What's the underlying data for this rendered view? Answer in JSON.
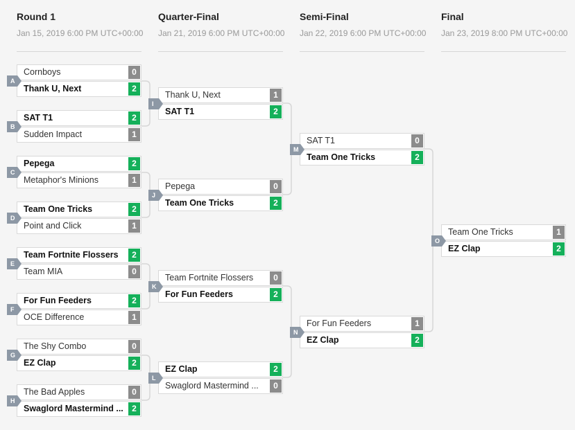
{
  "rounds": [
    {
      "name": "Round 1",
      "date": "Jan 15, 2019 6:00 PM UTC+00:00"
    },
    {
      "name": "Quarter-Final",
      "date": "Jan 21, 2019 6:00 PM UTC+00:00"
    },
    {
      "name": "Semi-Final",
      "date": "Jan 22, 2019 6:00 PM UTC+00:00"
    },
    {
      "name": "Final",
      "date": "Jan 23, 2019 8:00 PM UTC+00:00"
    }
  ],
  "matches": {
    "A": {
      "label": "A",
      "top": {
        "name": "Cornboys",
        "score": "0"
      },
      "bottom": {
        "name": "Thank U, Next",
        "score": "2"
      }
    },
    "B": {
      "label": "B",
      "top": {
        "name": "SAT T1",
        "score": "2"
      },
      "bottom": {
        "name": "Sudden Impact",
        "score": "1"
      }
    },
    "C": {
      "label": "C",
      "top": {
        "name": "Pepega",
        "score": "2"
      },
      "bottom": {
        "name": "Metaphor's Minions",
        "score": "1"
      }
    },
    "D": {
      "label": "D",
      "top": {
        "name": "Team One Tricks",
        "score": "2"
      },
      "bottom": {
        "name": "Point and Click",
        "score": "1"
      }
    },
    "E": {
      "label": "E",
      "top": {
        "name": "Team Fortnite Flossers",
        "score": "2"
      },
      "bottom": {
        "name": "Team MIA",
        "score": "0"
      }
    },
    "F": {
      "label": "F",
      "top": {
        "name": "For Fun Feeders",
        "score": "2"
      },
      "bottom": {
        "name": "OCE Difference",
        "score": "1"
      }
    },
    "G": {
      "label": "G",
      "top": {
        "name": "The Shy Combo",
        "score": "0"
      },
      "bottom": {
        "name": "EZ Clap",
        "score": "2"
      }
    },
    "H": {
      "label": "H",
      "top": {
        "name": "The Bad Apples",
        "score": "0"
      },
      "bottom": {
        "name": "Swaglord Mastermind ...",
        "score": "2"
      }
    },
    "I": {
      "label": "I",
      "top": {
        "name": "Thank U, Next",
        "score": "1"
      },
      "bottom": {
        "name": "SAT T1",
        "score": "2"
      }
    },
    "J": {
      "label": "J",
      "top": {
        "name": "Pepega",
        "score": "0"
      },
      "bottom": {
        "name": "Team One Tricks",
        "score": "2"
      }
    },
    "K": {
      "label": "K",
      "top": {
        "name": "Team Fortnite Flossers",
        "score": "0"
      },
      "bottom": {
        "name": "For Fun Feeders",
        "score": "2"
      }
    },
    "L": {
      "label": "L",
      "top": {
        "name": "EZ Clap",
        "score": "2"
      },
      "bottom": {
        "name": "Swaglord Mastermind ...",
        "score": "0"
      }
    },
    "M": {
      "label": "M",
      "top": {
        "name": "SAT T1",
        "score": "0"
      },
      "bottom": {
        "name": "Team One Tricks",
        "score": "2"
      }
    },
    "N": {
      "label": "N",
      "top": {
        "name": "For Fun Feeders",
        "score": "1"
      },
      "bottom": {
        "name": "EZ Clap",
        "score": "2"
      }
    },
    "O": {
      "label": "O",
      "top": {
        "name": "Team One Tricks",
        "score": "1"
      },
      "bottom": {
        "name": "EZ Clap",
        "score": "2"
      }
    }
  },
  "colors": {
    "win_score": "#15b05a",
    "loss_score": "#8c8c8c",
    "badge": "#8d98a5",
    "connector": "#d6d6d6"
  }
}
